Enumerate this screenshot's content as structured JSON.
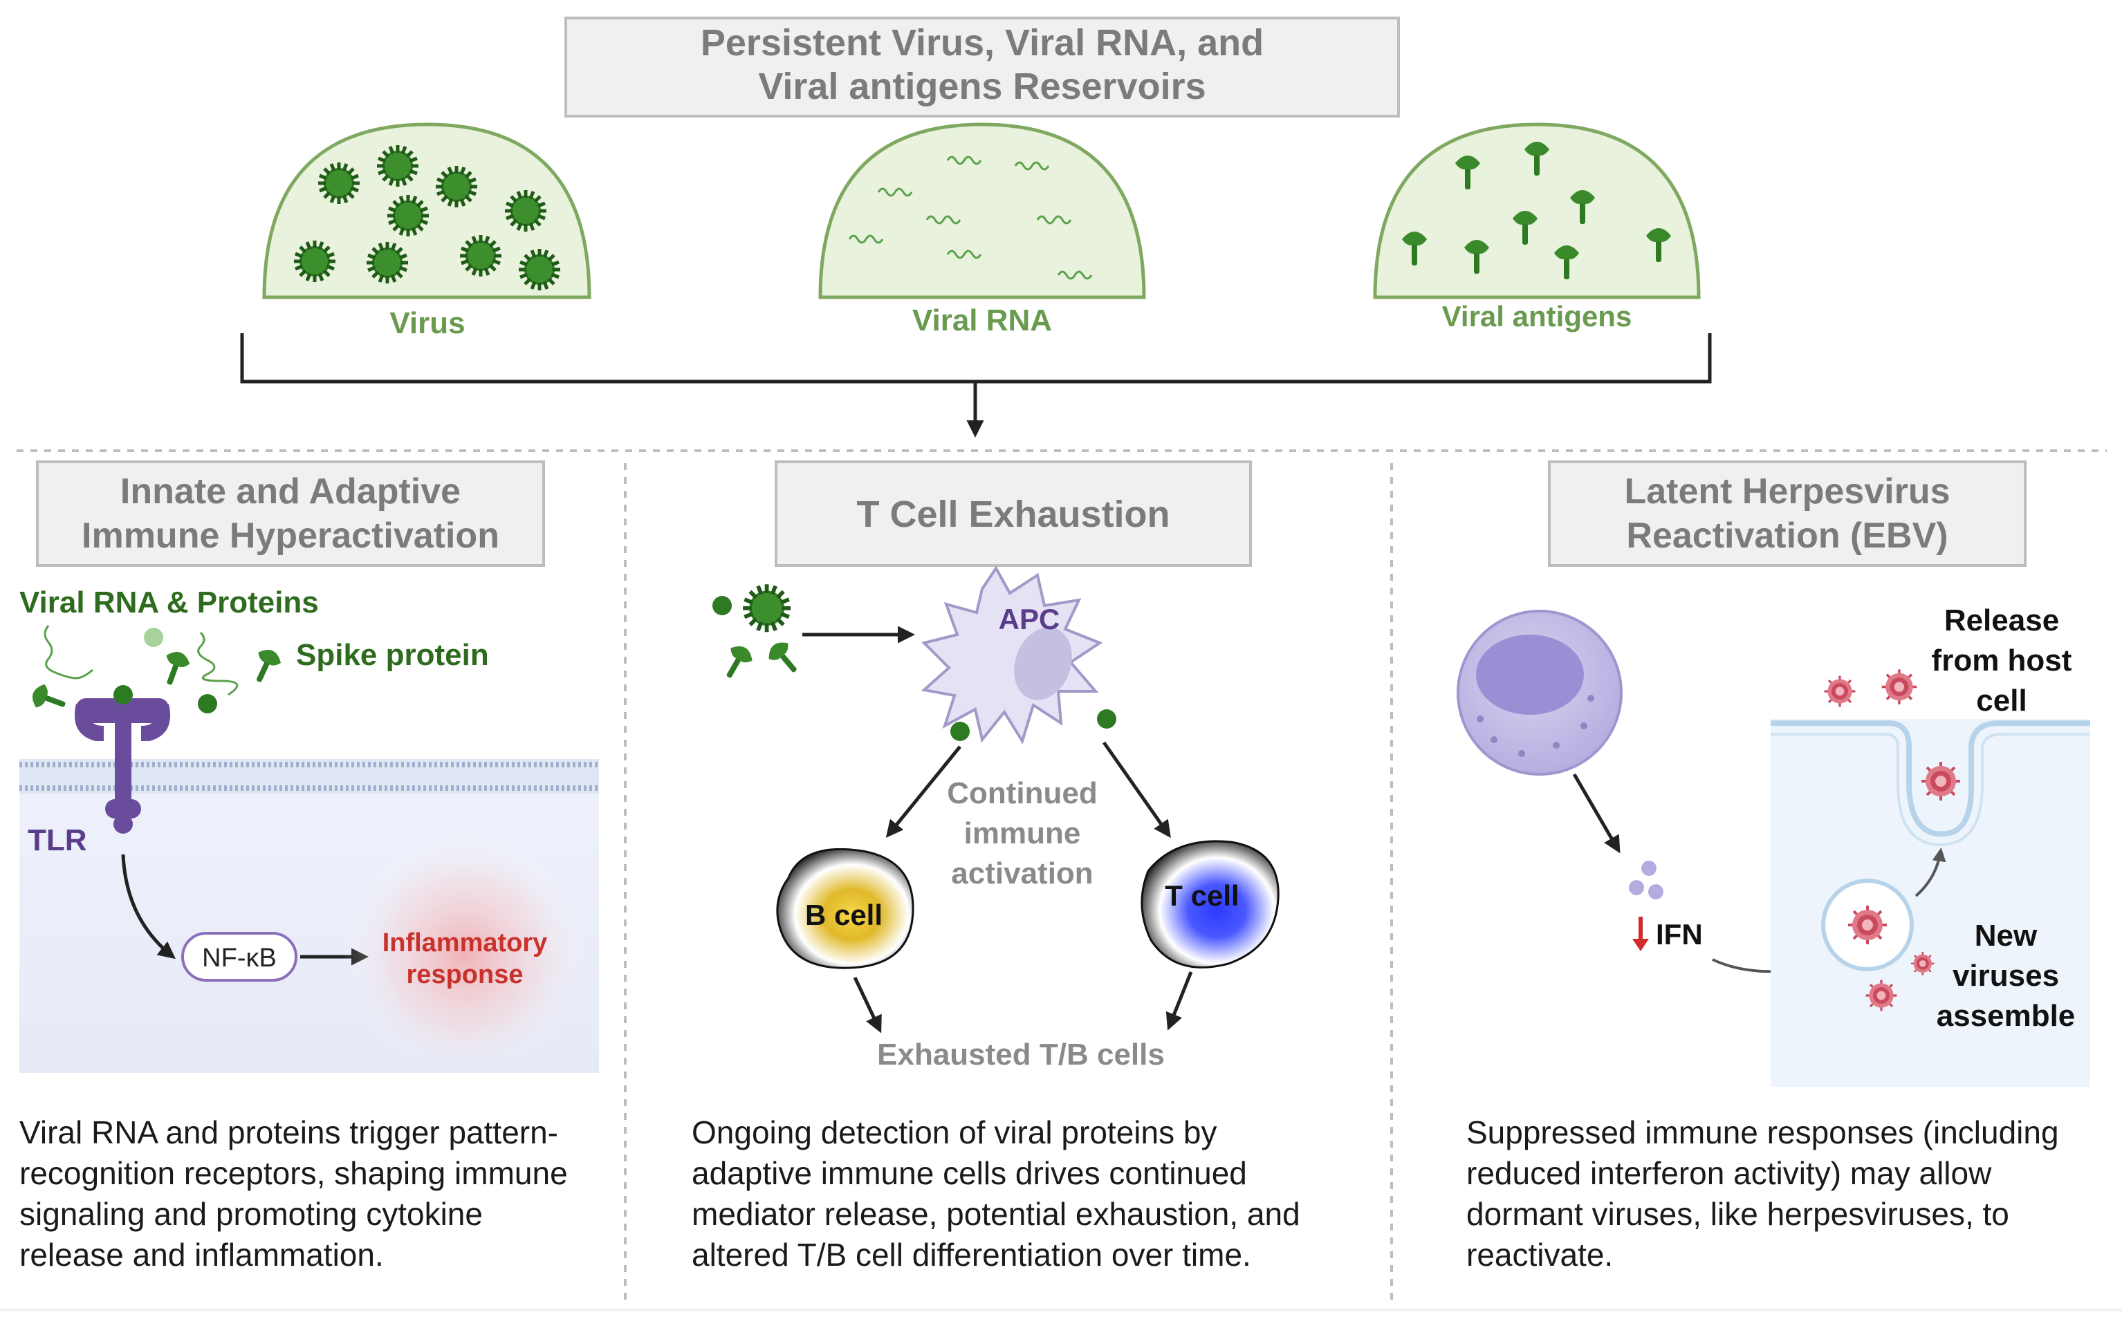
{
  "top_title": {
    "line1": "Persistent Virus, Viral RNA, and",
    "line2": "Viral antigens Reservoirs"
  },
  "reservoirs": [
    {
      "label": "Virus"
    },
    {
      "label": "Viral RNA"
    },
    {
      "label": "Viral antigens"
    }
  ],
  "panels": {
    "left": {
      "title1": "Innate and Adaptive",
      "title2": "Immune Hyperactivation",
      "viral_rna_label": "Viral RNA & Proteins",
      "spike_label": "Spike protein",
      "tlr_label": "TLR",
      "nfkb_label": "NF-κB",
      "inflam1": "Inflammatory",
      "inflam2": "response",
      "desc": [
        "Viral RNA and proteins trigger pattern-",
        "recognition receptors, shaping immune",
        "signaling and promoting cytokine",
        "release and inflammation."
      ]
    },
    "middle": {
      "title": "T Cell Exhaustion",
      "apc_label": "APC",
      "activation": [
        "Continued",
        "immune",
        "activation"
      ],
      "bcell_label": "B cell",
      "tcell_label": "T cell",
      "exhausted_label": "Exhausted T/B cells",
      "desc": [
        "Ongoing detection of viral proteins by",
        "adaptive immune cells drives continued",
        "mediator release, potential exhaustion, and",
        "altered T/B cell differentiation over time."
      ]
    },
    "right": {
      "title1": "Latent Herpesvirus",
      "title2": "Reactivation (EBV)",
      "release": [
        "Release",
        "from host",
        "cell"
      ],
      "ifn_label": "IFN",
      "assemble": [
        "New",
        "viruses",
        "assemble"
      ],
      "desc": [
        "Suppressed immune responses (including",
        "reduced interferon activity) may allow",
        "dormant viruses, like herpesviruses, to",
        "reactivate."
      ]
    }
  },
  "colors": {
    "reservoir_fill": "#e8f2dc",
    "reservoir_stroke": "#7fa860",
    "virus_green": "#2e7a23",
    "title_box_fill": "#f0f0f0",
    "title_box_stroke": "#bdbdbd",
    "purple": "#6a4c9c",
    "red": "#c8322c",
    "virion": "#c94a5e"
  }
}
